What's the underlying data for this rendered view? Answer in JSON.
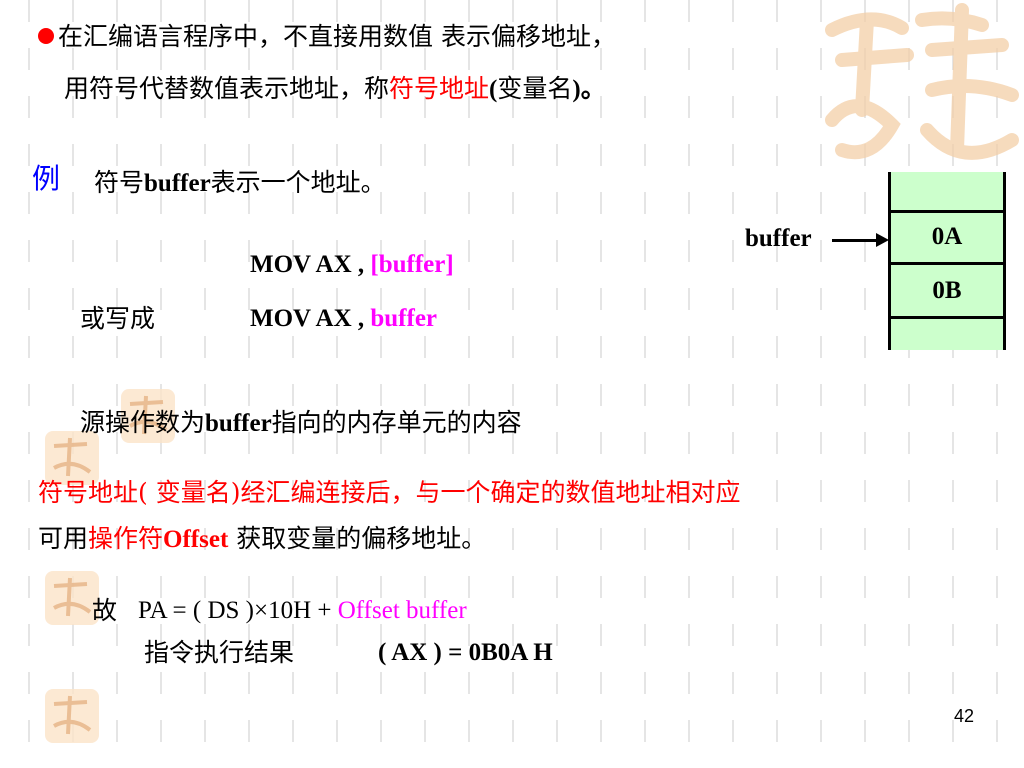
{
  "line1": {
    "text": "在汇编语言程序中，不直接用数值 表示偏移地址，"
  },
  "line2": {
    "pre": "用符号代替数值表示地址，称",
    "highlight": "符号地址",
    "post1": "(",
    "post2": "变量名",
    "post3": ")。"
  },
  "example": {
    "label": "例",
    "pre": "符号",
    "word": "buffer",
    "post": "表示一个地址。"
  },
  "code1": {
    "text": "MOV  AX ,",
    "operand": "[buffer]"
  },
  "code2": {
    "prefix": "或写成",
    "text": "MOV  AX ,",
    "operand": "buffer"
  },
  "source_operand": {
    "pre": "源操作数为",
    "word": "buffer",
    "post": "指向的内存单元的内容"
  },
  "note1": {
    "a": "符号地址(",
    "b": " 变量名",
    "c": ")经汇编连接后，与一个确定的数值地址相对应"
  },
  "note2": {
    "pre": "可用",
    "op": "操作符",
    "word": "Offset",
    "post": " 获取变量的偏移地址。"
  },
  "formula": {
    "prefix": "故",
    "text": "PA = ( DS )×10H + ",
    "operand": "Offset  buffer"
  },
  "result": {
    "label": "指令执行结果",
    "text": "( AX ) = 0B0A H"
  },
  "diagram": {
    "pointer_label": "buffer",
    "cells": [
      "0A",
      "0B"
    ]
  },
  "page_number": "42",
  "colors": {
    "accent_red": "#ff0000",
    "magenta": "#ff00ff",
    "example_blue": "#0000ff",
    "memory_fill": "#ccffcc",
    "seal": "#f0c9a0"
  }
}
